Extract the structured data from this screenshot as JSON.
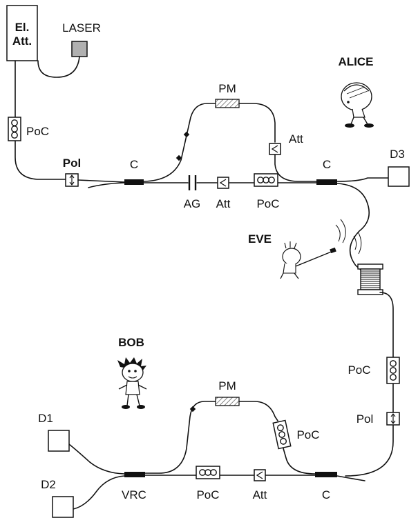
{
  "labels": {
    "el_att_1": "El.",
    "el_att_2": "Att.",
    "laser": "LASER",
    "alice": "ALICE",
    "eve": "EVE",
    "bob": "BOB",
    "pm_top": "PM",
    "pm_bottom": "PM",
    "poc_left": "PoC",
    "poc_top_mid": "PoC",
    "poc_right": "PoC",
    "poc_bob_arm": "PoC",
    "poc_bob_mid": "PoC",
    "pol_top": "Pol",
    "pol_right": "Pol",
    "c_top_left": "C",
    "c_top_right": "C",
    "c_bottom": "C",
    "att_top_arm": "Att",
    "att_top_mid": "Att",
    "att_bottom": "Att",
    "ag": "AG",
    "vrc": "VRC",
    "d1": "D1",
    "d2": "D2",
    "d3": "D3"
  },
  "colors": {
    "fiber": "#111111",
    "laser_fill": "#b0b0b0",
    "pm_hatch": "#555555"
  },
  "icons": [
    "alice-figure-icon",
    "eve-figure-icon",
    "bob-figure-icon",
    "fiber-spool-icon"
  ]
}
